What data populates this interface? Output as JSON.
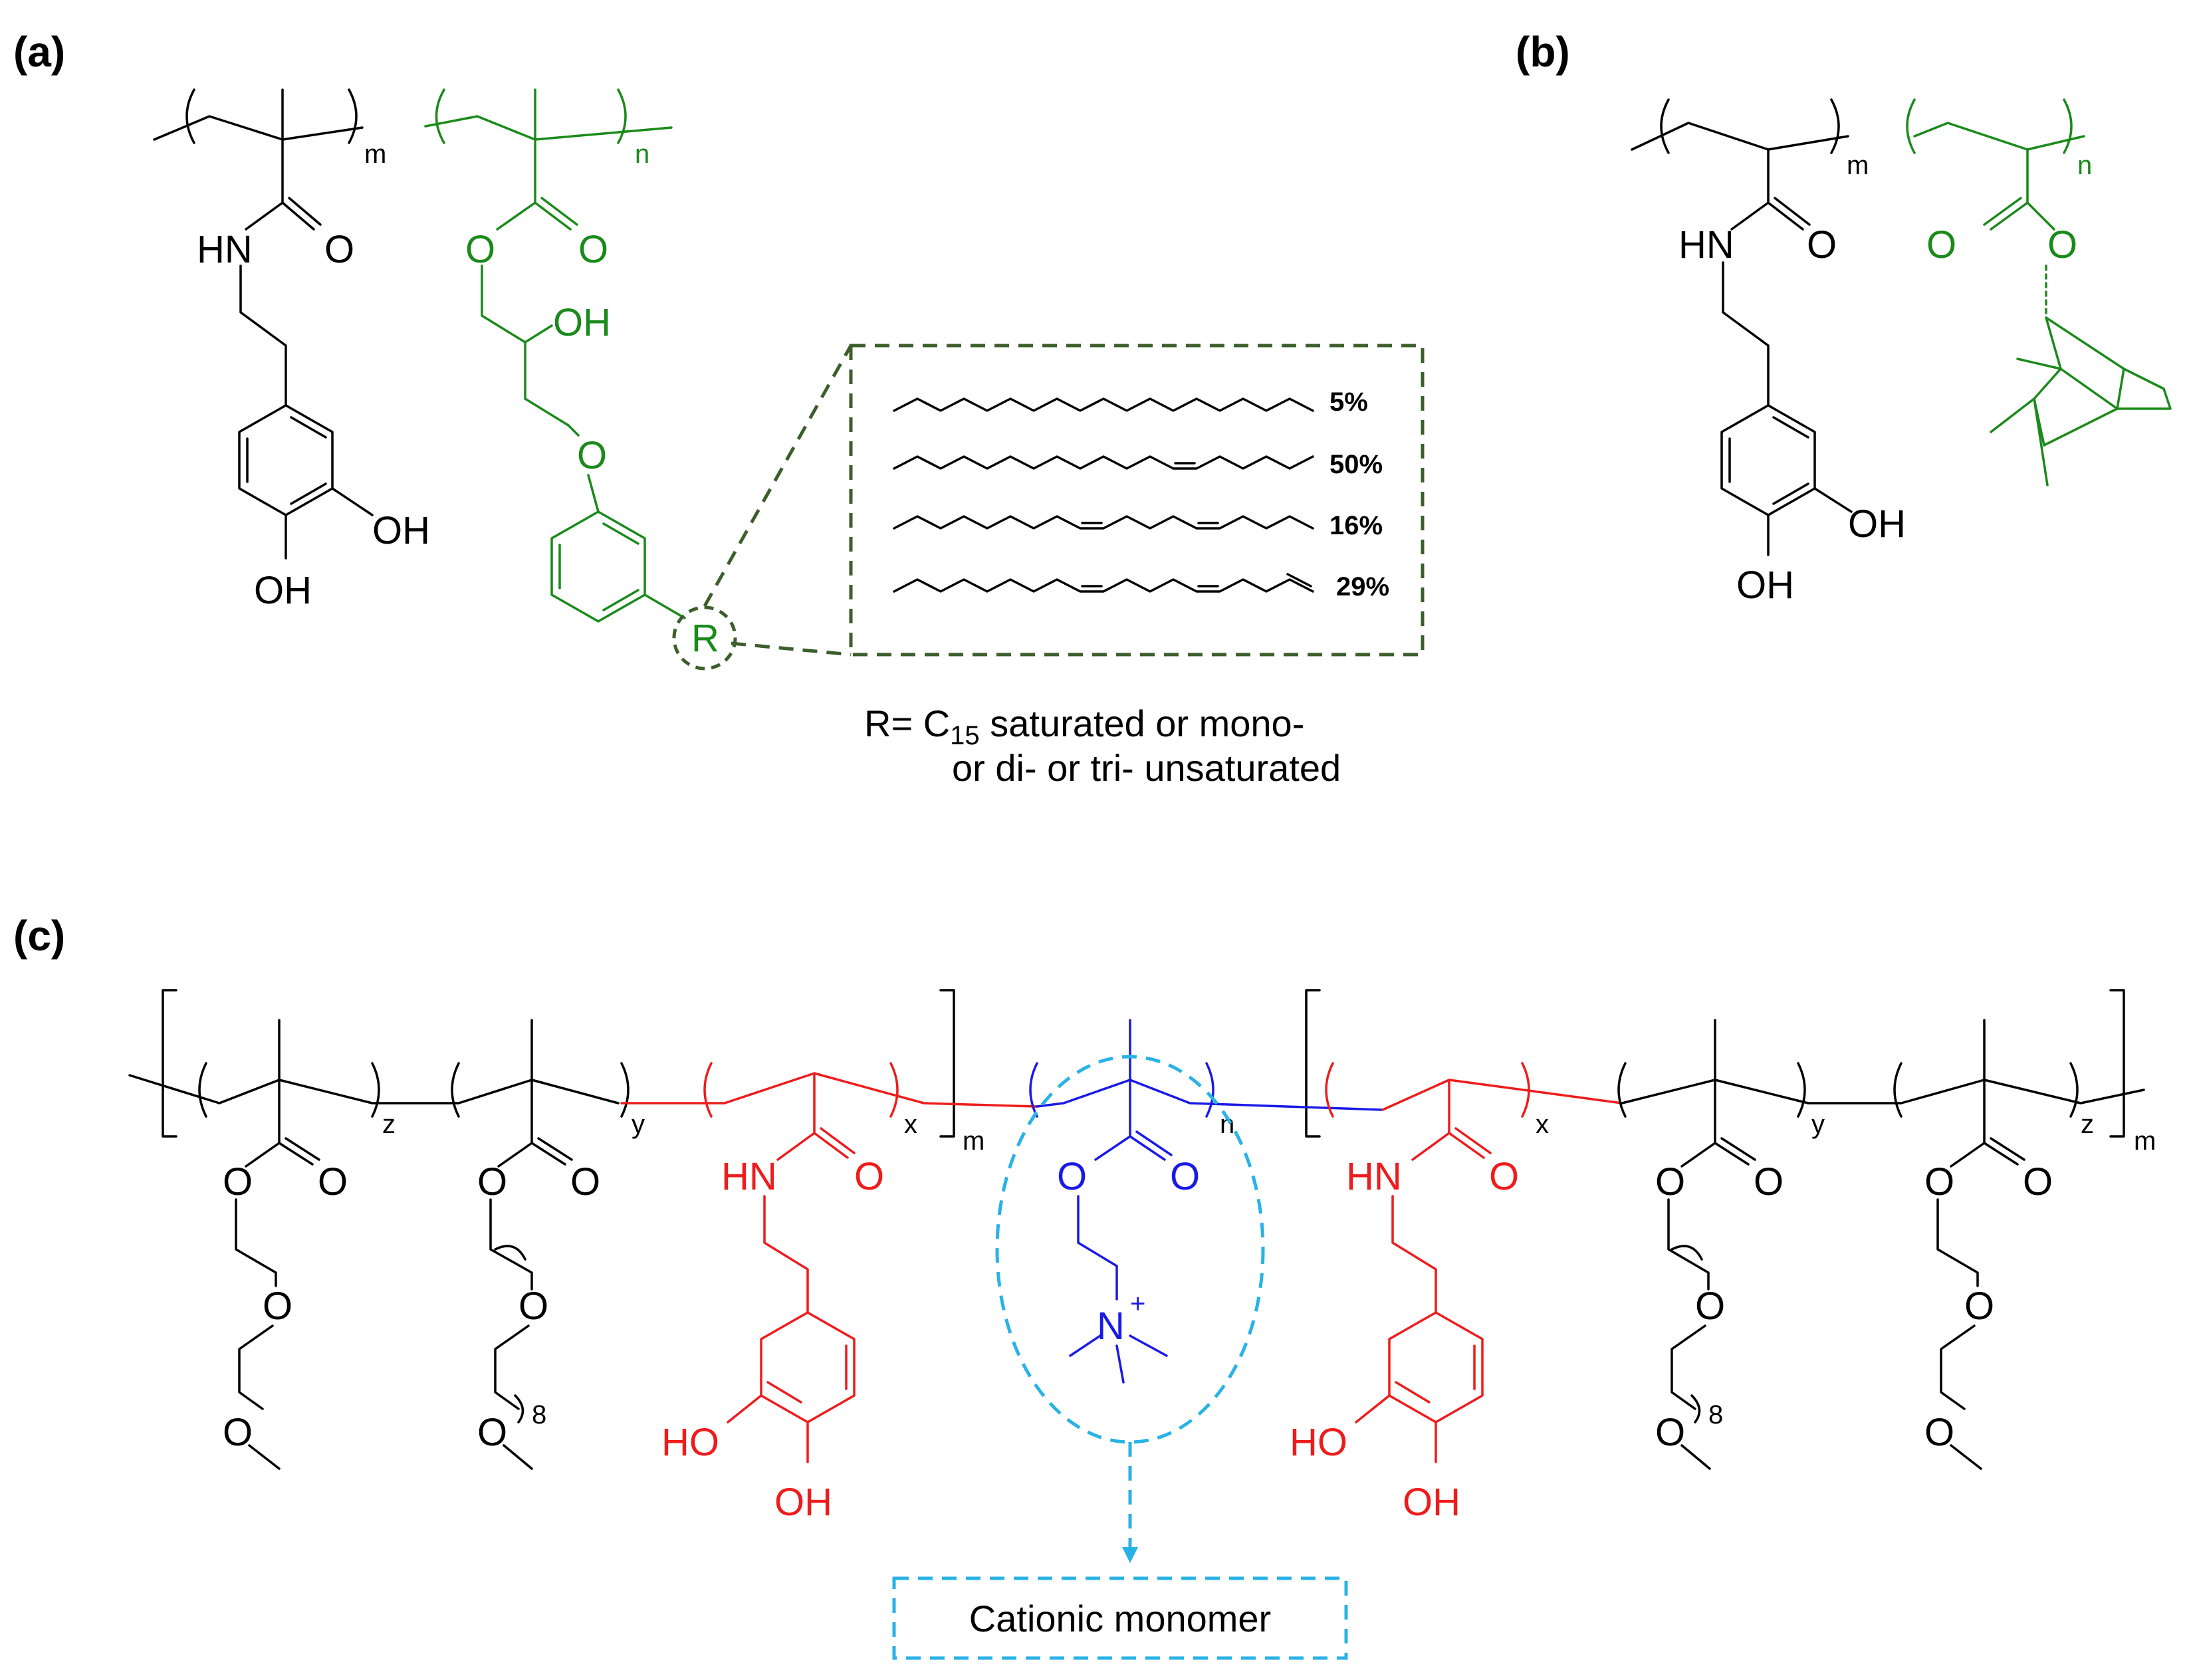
{
  "panels": {
    "a": {
      "label": "(a)",
      "repeat_m": "m",
      "repeat_n": "n",
      "atoms": {
        "hn": "HN",
        "o": "O",
        "oh": "OH",
        "r": "R"
      },
      "chains": [
        {
          "percent": "5%"
        },
        {
          "percent": "50%"
        },
        {
          "percent": "16%"
        },
        {
          "percent": "29%"
        }
      ],
      "r_definition": {
        "prefix": "R= C",
        "subscript": "15",
        "line1_rest": " saturated or mono-",
        "line2": "or di- or tri- unsaturated"
      }
    },
    "b": {
      "label": "(b)",
      "repeat_m": "m",
      "repeat_n": "n",
      "atoms": {
        "hn": "HN",
        "o": "O",
        "oh": "OH"
      }
    },
    "c": {
      "label": "(c)",
      "repeat": {
        "z": "z",
        "y": "y",
        "x": "x",
        "m": "m",
        "n": "n",
        "eight": "8"
      },
      "atoms": {
        "o": "O",
        "hn": "HN",
        "ho": "HO",
        "oh": "OH",
        "n_plus": "N",
        "plus": "+"
      },
      "cationic_label": "Cationic monomer"
    }
  },
  "colors": {
    "black": "#000000",
    "green": "#1a8a1a",
    "red": "#ee1c1c",
    "blue": "#1a1ae6",
    "dash_green": "#3b5e2b",
    "cyan": "#29b2e6"
  }
}
